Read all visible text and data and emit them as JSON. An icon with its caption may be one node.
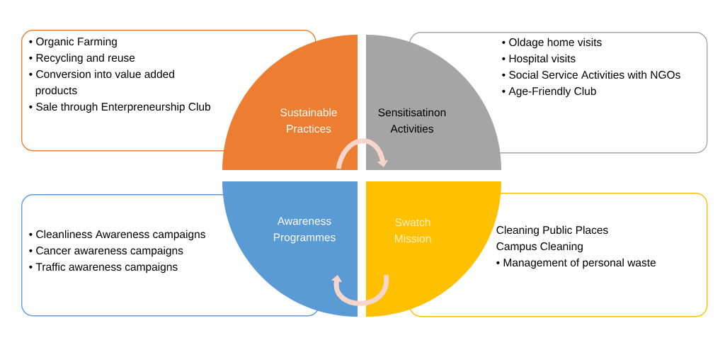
{
  "diagram": {
    "nodes": [
      {
        "text": [
          "• Organic Farming",
          "• Recycling and reuse",
          "• Conversion into value added products",
          "• Sale through Enterpreneurship Club"
        ]
      },
      {
        "text": [
          "Sustainable Practices"
        ]
      },
      {
        "text": [
          "Sensitisatinon Activities"
        ]
      },
      {
        "text": [
          "• Oldage home visits",
          "• Hospital visits",
          "• Social Service Activities with NGOs",
          "• Age-Friendly Club"
        ]
      },
      {
        "text": [
          "• Cleanliness Awareness campaigns",
          "• Cancer awareness campaigns",
          "• Traffic awareness campaigns"
        ]
      },
      {
        "text": [
          "Awareness Programmes"
        ]
      },
      {
        "text": [
          "Swatch Mission"
        ]
      },
      {
        "text": [
          "Cleaning Public Places",
          "Campus Cleaning",
          "• Management of personal waste"
        ]
      }
    ],
    "edges": [
      {
        "from": 1,
        "to": 2,
        "arrow": "to"
      },
      {
        "from": 6,
        "to": 5,
        "arrow": "to"
      }
    ]
  }
}
